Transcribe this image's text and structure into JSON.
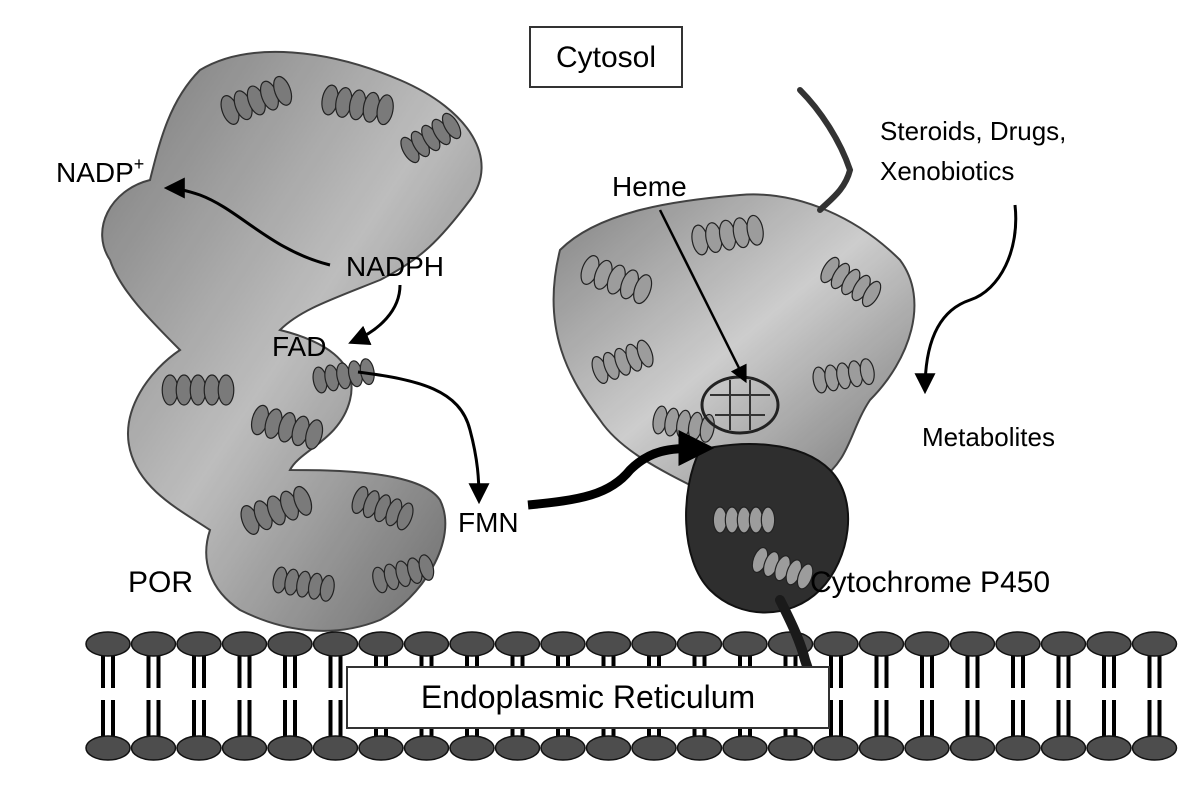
{
  "labels": {
    "cytosol": "Cytosol",
    "nadp_plus": "NADP",
    "nadp_plus_sup": "+",
    "nadph": "NADPH",
    "fad": "FAD",
    "fmn": "FMN",
    "por": "POR",
    "heme": "Heme",
    "substrates_line1": "Steroids, Drugs,",
    "substrates_line2": "Xenobiotics",
    "metabolites": "Metabolites",
    "cyp": "Cytochrome P450",
    "er": "Endoplasmic Reticulum"
  },
  "colors": {
    "por_protein": "#8a8a8a",
    "por_protein_dark": "#4a4a4a",
    "cyp_protein": "#9a9a9a",
    "cyp_protein_dark": "#2a2a2a",
    "membrane_head": "#4d4d4d",
    "membrane_tail": "#000000",
    "arrow": "#000000"
  }
}
